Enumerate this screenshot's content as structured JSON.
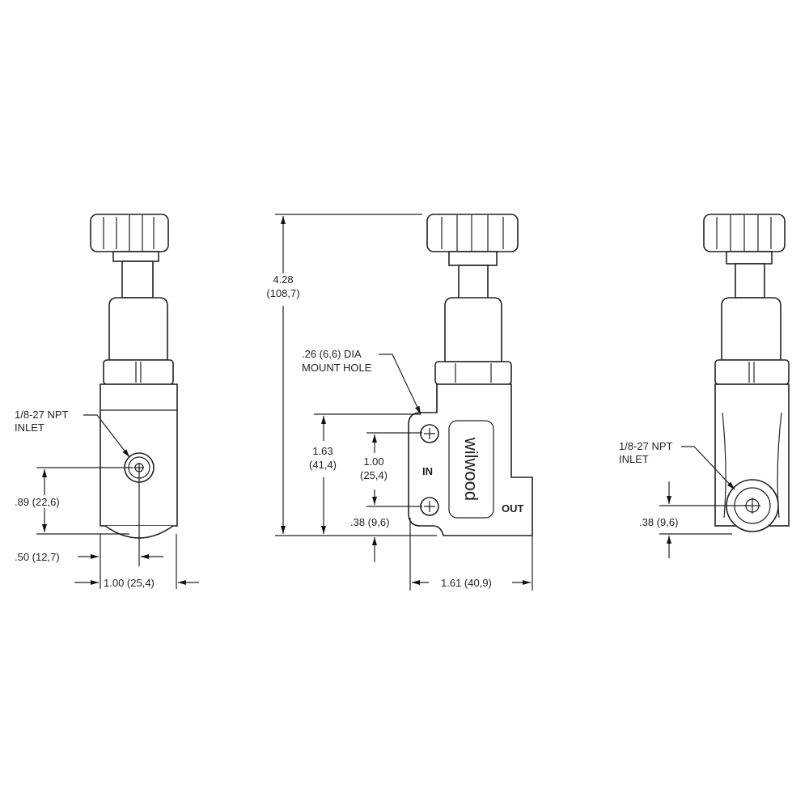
{
  "title": "Wilwood proportioning valve dimension drawing",
  "brand_logo": "wilwood",
  "left_view": {
    "port_label_1": "1/8-27 NPT",
    "port_label_2": "INLET",
    "dim_height": ".89 (22,6)",
    "dim_offset": ".50 (12,7)",
    "dim_width": "1.00 (25,4)"
  },
  "center_view": {
    "overall_height_1": "4.28",
    "overall_height_2": "(108,7)",
    "hole_label_1": ".26 (6,6) DIA",
    "hole_label_2": "MOUNT HOLE",
    "plate_height_1": "1.63",
    "plate_height_2": "(41,4)",
    "hole_spacing_1": "1.00",
    "hole_spacing_2": "(25,4)",
    "hole_offset": ".38 (9,6)",
    "width": "1.61 (40,9)",
    "in_label": "IN",
    "out_label": "OUT"
  },
  "right_view": {
    "port_label_1": "1/8-27 NPT",
    "port_label_2": "INLET",
    "dim_height": ".38 (9,6)"
  }
}
